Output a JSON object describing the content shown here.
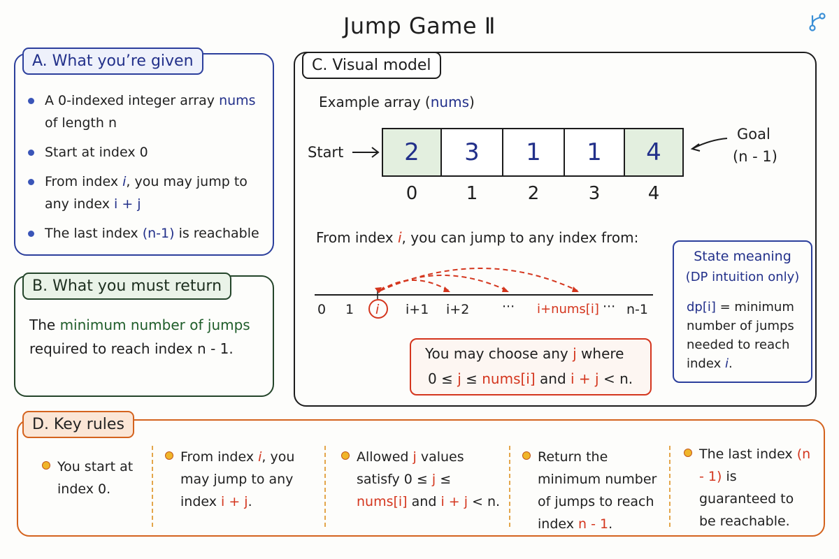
{
  "title": "Jump Game Ⅱ",
  "panel_a": {
    "tag": "A. What you’re given",
    "items": [
      {
        "pre": "A 0-indexed integer array ",
        "hl": "nums",
        "post": " of length n"
      },
      {
        "pre": "Start at index 0",
        "hl": "",
        "post": ""
      },
      {
        "pre": "From index ",
        "hl": "i",
        "post": ", you may jump to any index ",
        "hl2": "i + j"
      },
      {
        "pre": "The last index ",
        "hl": "(n-1)",
        "post": " is reachable"
      }
    ]
  },
  "panel_b": {
    "tag": "B. What you must return",
    "pre": "The ",
    "hl": "minimum number of jumps",
    "post": " required to reach index n - 1."
  },
  "panel_c": {
    "tag": "C. Visual model",
    "example_pre": "Example array (",
    "example_hl": "nums",
    "example_post": ")",
    "start_label": "Start",
    "goal_label": "Goal",
    "goal_sub": "(n - 1)",
    "cells": [
      "2",
      "3",
      "1",
      "1",
      "4"
    ],
    "indices": [
      "0",
      "1",
      "2",
      "3",
      "4"
    ],
    "from_pre": "From index ",
    "from_hl": "i",
    "from_post": ", you can jump to any index from:",
    "axis_labels": [
      "0",
      "1",
      "i",
      "i+1",
      "i+2",
      "···",
      "i+nums[i]",
      "···",
      "n-1"
    ],
    "choose_line1_pre": "You may choose any ",
    "choose_line1_hl": "j",
    "choose_line1_post": " where",
    "choose_line2_pre": "0 ≤ ",
    "choose_line2_j": "j",
    "choose_line2_mid": " ≤ ",
    "choose_line2_nums": "nums[i]",
    "choose_line2_and": " and ",
    "choose_line2_ij": "i + j",
    "choose_line2_post": " < n.",
    "state_title1": "State meaning",
    "state_title2": "(DP intuition only)",
    "state_dp": "dp[i]",
    "state_body": " = minimum number of jumps needed to reach index ",
    "state_i": "i",
    "state_end": "."
  },
  "panel_d": {
    "tag": "D. Key rules",
    "rule1": "You start at index 0.",
    "rule2_pre": "From index ",
    "rule2_i": "i",
    "rule2_mid": ", you may jump to any index ",
    "rule2_ij": "i + j",
    "rule2_end": ".",
    "rule3_pre": "Allowed ",
    "rule3_j": "j",
    "rule3_mid": " values satisfy 0 ≤ ",
    "rule3_j2": "j",
    "rule3_le": " ≤ ",
    "rule3_nums": "nums[i]",
    "rule3_and": " and ",
    "rule3_ij": "i + j",
    "rule3_end": " < n.",
    "rule4_pre": "Return the minimum number of jumps to reach index ",
    "rule4_hl": "n - 1",
    "rule4_end": ".",
    "rule5_pre": "The last index ",
    "rule5_hl": "(n - 1)",
    "rule5_post": " is guaranteed to be reachable."
  },
  "colors": {
    "blue": "#2c3f9c",
    "green": "#24452a",
    "black": "#1c1c1c",
    "orange": "#d4631e",
    "red": "#d4361e",
    "cell_highlight": "#e3efdf"
  },
  "icons": [
    "branch-logo-icon",
    "arrow-right-icon",
    "arrow-left-icon",
    "dashed-jump-arrow-icon",
    "bullet-dot-icon"
  ]
}
